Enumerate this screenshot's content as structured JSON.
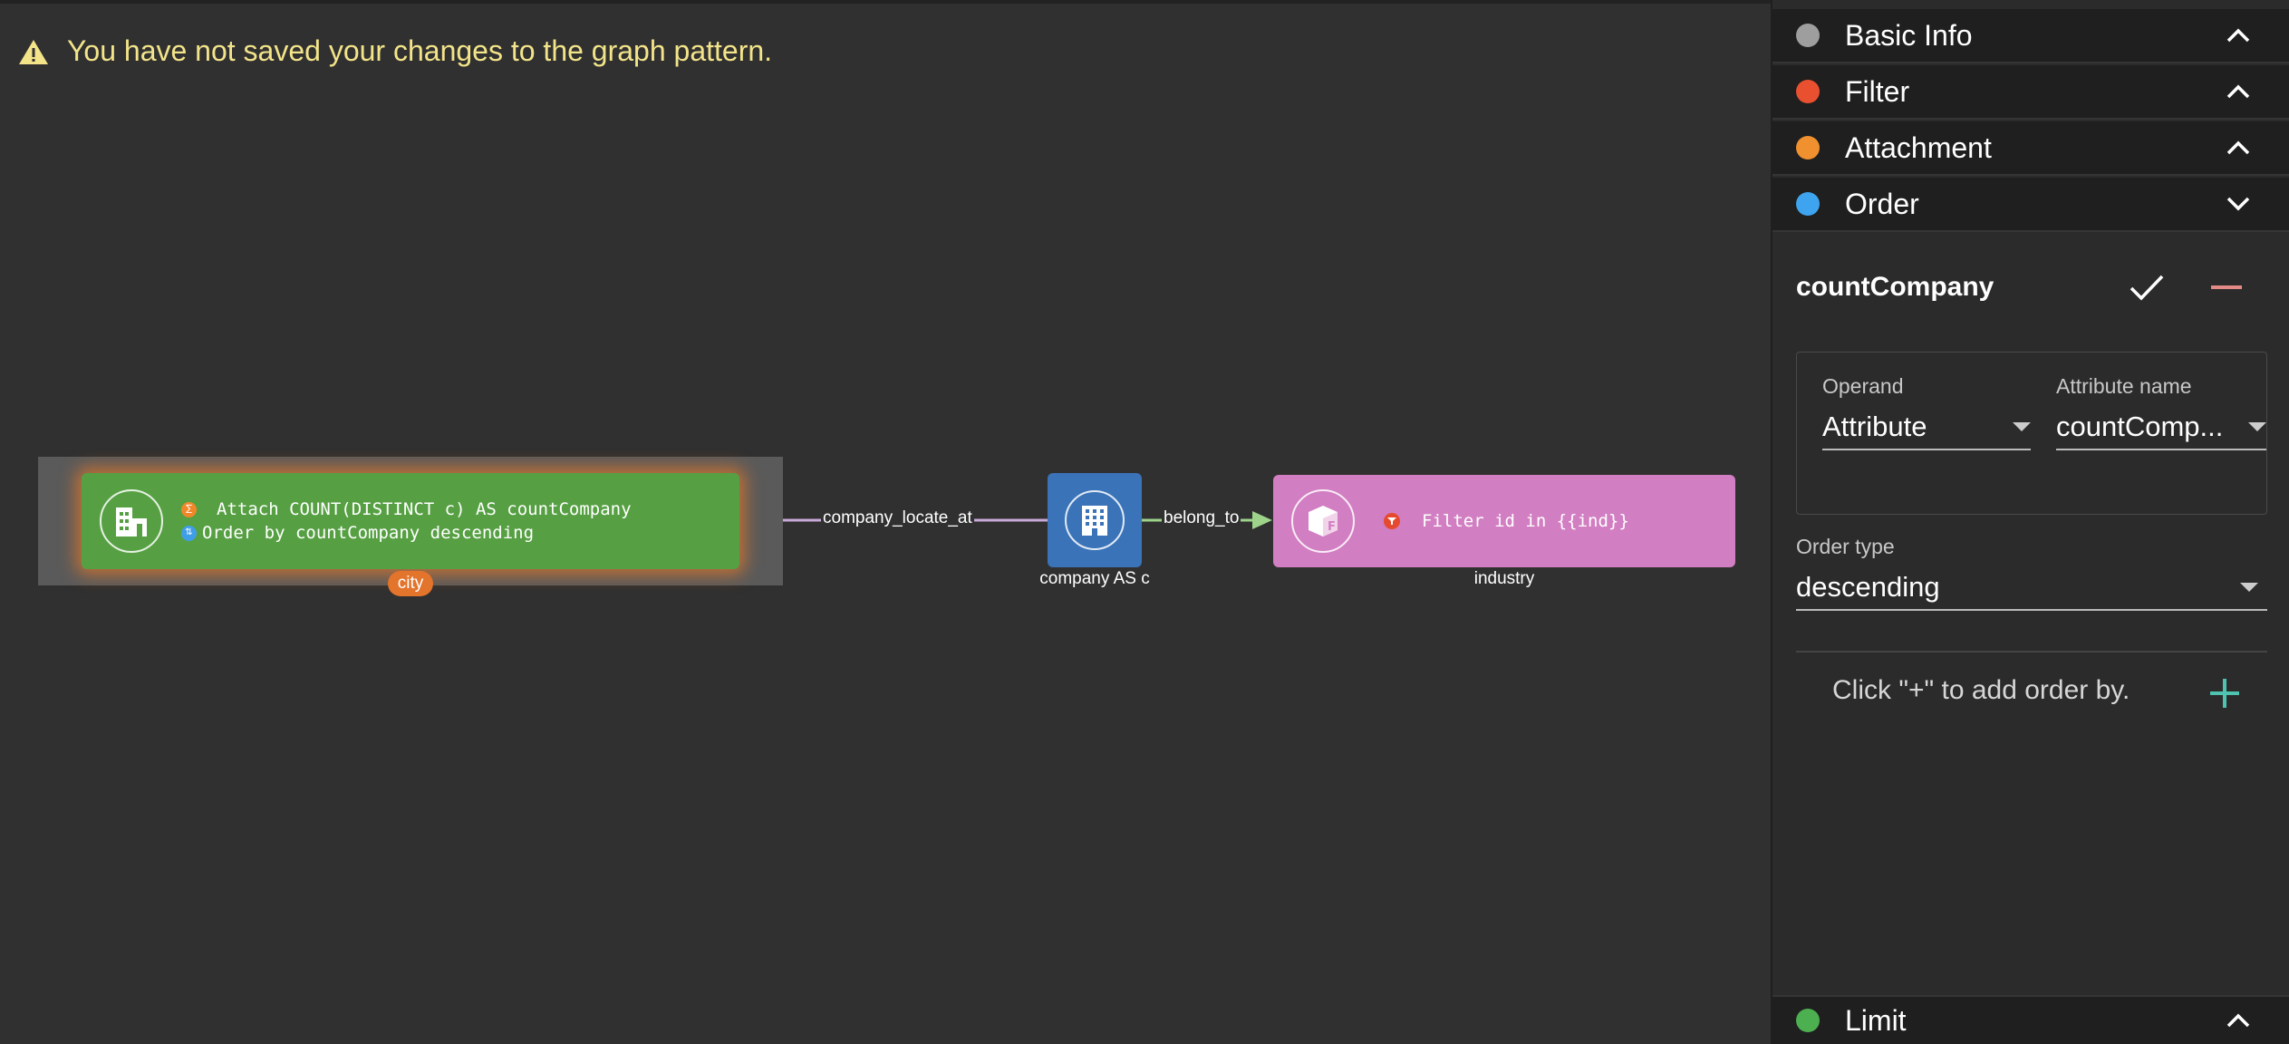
{
  "warning": {
    "text": "You have not saved your changes to the graph pattern.",
    "color": "#f3e48a"
  },
  "graph": {
    "nodes": {
      "city": {
        "label": "city",
        "icon": "city-buildings-icon",
        "color": "#56a043",
        "attach_text": "Attach COUNT(DISTINCT c) AS countCompany",
        "order_text": "Order by countCompany descending"
      },
      "company": {
        "label": "company AS c",
        "icon": "office-building-icon",
        "color": "#3a73b8"
      },
      "industry": {
        "label": "industry",
        "icon": "industry-box-icon",
        "color": "#d27ec2",
        "filter_text": "Filter id in {{ind}}"
      }
    },
    "edges": {
      "company_locate_at": "company_locate_at",
      "belong_to": "belong_to"
    }
  },
  "panel": {
    "sections": {
      "basic_info": {
        "title": "Basic Info",
        "color": "#9e9e9e",
        "expanded": false
      },
      "filter": {
        "title": "Filter",
        "color": "#e9502f",
        "expanded": false
      },
      "attachment": {
        "title": "Attachment",
        "color": "#f0902e",
        "expanded": false
      },
      "order": {
        "title": "Order",
        "color": "#3ea4ef",
        "expanded": true
      },
      "limit": {
        "title": "Limit",
        "color": "#4caf50",
        "expanded": false
      }
    },
    "order": {
      "item_title": "countCompany",
      "operand_label": "Operand",
      "operand_value": "Attribute",
      "attribute_name_label": "Attribute name",
      "attribute_name_value": "countComp...",
      "order_type_label": "Order type",
      "order_type_value": "descending",
      "hint": "Click \"+\" to add order by."
    }
  }
}
